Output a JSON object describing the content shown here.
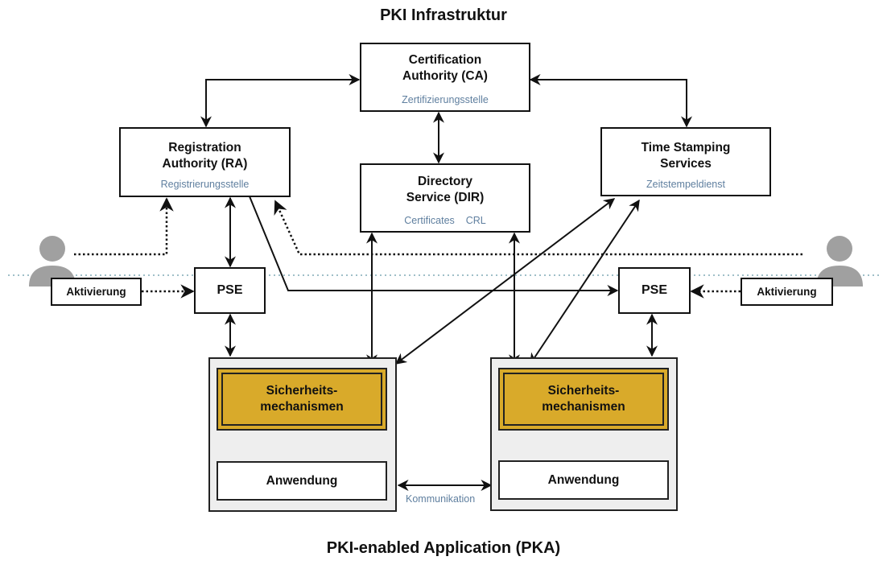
{
  "titles": {
    "top": "PKI Infrastruktur",
    "bottom": "PKI-enabled Application (PKA)"
  },
  "ca": {
    "title_line1": "Certification",
    "title_line2": "Authority (CA)",
    "subtitle": "Zertifizierungsstelle"
  },
  "ra": {
    "title_line1": "Registration",
    "title_line2": "Authority (RA)",
    "subtitle": "Registrierungsstelle"
  },
  "dir": {
    "title_line1": "Directory",
    "title_line2": "Service (DIR)",
    "subtitle": "Certificates    CRL"
  },
  "tss": {
    "title_line1": "Time Stamping",
    "title_line2": "Services",
    "subtitle": "Zeitstempeldienst"
  },
  "left": {
    "activation": "Aktivierung",
    "pse": "PSE",
    "security_line1": "Sicherheits-",
    "security_line2": "mechanismen",
    "application": "Anwendung"
  },
  "right": {
    "activation": "Aktivierung",
    "pse": "PSE",
    "security_line1": "Sicherheits-",
    "security_line2": "mechanismen",
    "application": "Anwendung"
  },
  "communication_label": "Kommunikation",
  "colors": {
    "security_fill": "#d9aa2a",
    "group_fill": "#eeeeee",
    "subtitle_text": "#5f7f9f",
    "person": "#a0a0a0",
    "boundary_line": "#9fbfc8"
  }
}
